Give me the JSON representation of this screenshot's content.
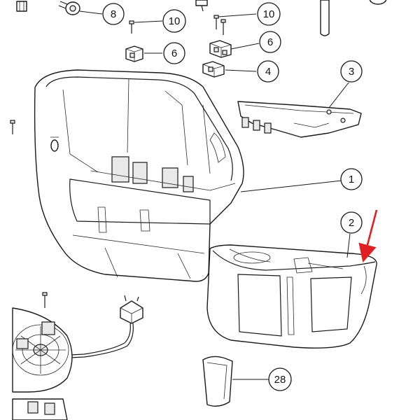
{
  "callouts": {
    "c8": "8",
    "c10a": "10",
    "c10b": "10",
    "c6a": "6",
    "c6b": "6",
    "c4": "4",
    "c3": "3",
    "c1": "1",
    "c2": "2",
    "c28": "28"
  },
  "colors": {
    "line": "#1a1a1a",
    "shade": "#e9e9e9",
    "arrow": "#e02020"
  }
}
